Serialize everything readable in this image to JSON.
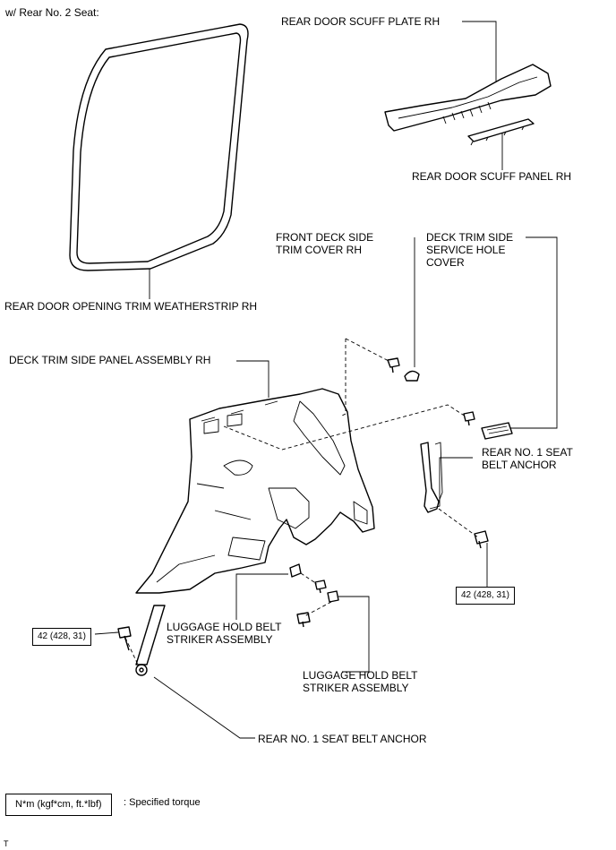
{
  "header": {
    "condition": "w/ Rear No. 2 Seat:"
  },
  "labels": {
    "scuff_plate": "REAR DOOR SCUFF PLATE RH",
    "scuff_panel": "REAR DOOR SCUFF PANEL RH",
    "front_deck_cover": "FRONT DECK SIDE\nTRIM COVER RH",
    "service_hole_cover": "DECK TRIM SIDE\nSERVICE HOLE\nCOVER",
    "weatherstrip": "REAR DOOR OPENING TRIM WEATHERSTRIP RH",
    "deck_trim_panel": "DECK TRIM SIDE PANEL ASSEMBLY RH",
    "seat_belt_anchor_right": "REAR NO. 1 SEAT\nBELT ANCHOR",
    "luggage_striker_left": "LUGGAGE HOLD BELT\nSTRIKER ASSEMBLY",
    "luggage_striker_right": "LUGGAGE HOLD BELT\nSTRIKER ASSEMBLY",
    "seat_belt_anchor_bottom": "REAR NO. 1 SEAT BELT ANCHOR"
  },
  "torque": {
    "right": "42 (428, 31)",
    "left": "42 (428, 31)"
  },
  "legend": {
    "unit_box": "N*m (kgf*cm, ft.*lbf)",
    "description": ": Specified torque"
  },
  "footer": {
    "mark": "T"
  }
}
